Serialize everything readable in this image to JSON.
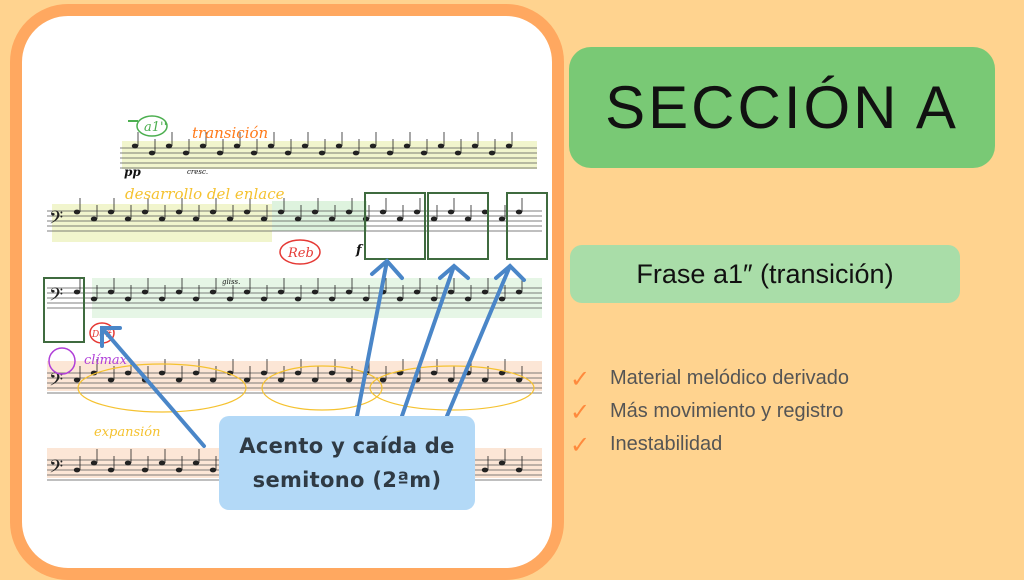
{
  "slide": {
    "title": "SECCIÓN A",
    "subtitle": "Frase a1″ (transición)",
    "bullets": [
      {
        "icon": "check-icon",
        "text": "Material melódico derivado"
      },
      {
        "icon": "check-icon",
        "text": "Más movimiento y registro"
      },
      {
        "icon": "check-icon",
        "text": "Inestabilidad"
      }
    ]
  },
  "score": {
    "annotations": {
      "phrase_label": "a1''",
      "transition": "transición",
      "development": "desarrollo del enlace",
      "reb": "Reb",
      "do_sharp": "Do#",
      "climax": "clímax",
      "expansion": "expansión",
      "dynamic_pp": "pp",
      "dynamic_f": "f",
      "cresc": "cresc.",
      "gliss": "gliss."
    },
    "callout": {
      "line1": "Acento y caída de",
      "line2": "semitono (2ªm)"
    }
  },
  "colors": {
    "background": "#FFD38F",
    "card_border": "#FFA860",
    "title_box": "#79C975",
    "subtitle_box": "#A9DDA8",
    "callout": "#B3D9F7",
    "arrow": "#4A86C8",
    "check": "#FF8A3D"
  }
}
